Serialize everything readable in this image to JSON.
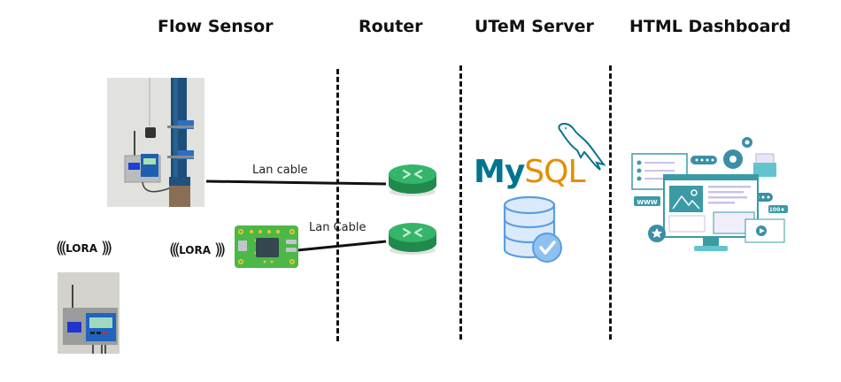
{
  "headings": {
    "flow_sensor": "Flow Sensor",
    "router": "Router",
    "server": "UTeM Server",
    "dashboard": "HTML Dashboard"
  },
  "connections": {
    "top_cable_label": "Lan cable",
    "bottom_cable_label": "Lan Cable"
  },
  "lora": {
    "left_label": "LORA",
    "right_label": "LORA"
  },
  "server": {
    "logo_my": "My",
    "logo_sql": "SQL"
  },
  "dashboard": {
    "www_label": "WWW",
    "likes_label": "100"
  },
  "colors": {
    "router_green": "#2fa866",
    "mysql_blue": "#00758f",
    "mysql_orange": "#e48e00",
    "db_blue": "#5a9de0",
    "dashboard_teal": "#3a9ba5",
    "pcb_green": "#4cb848",
    "pipe_blue": "#1d4f7a"
  }
}
